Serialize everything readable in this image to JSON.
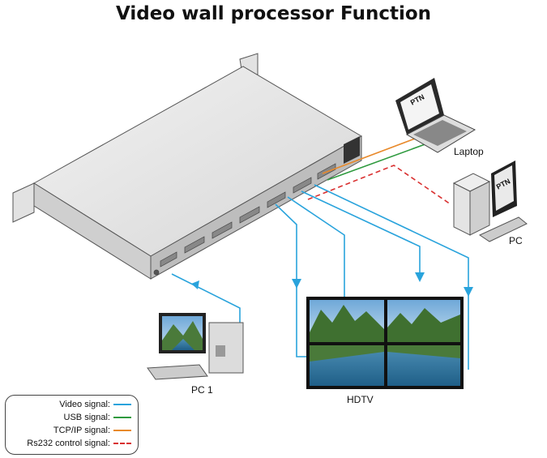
{
  "title": "Video wall processor Function",
  "devices": {
    "laptop": "Laptop",
    "pc": "PC",
    "pc1": "PC 1",
    "hdtv": "HDTV",
    "brand": "PTN"
  },
  "legend": [
    {
      "label": "Video signal:",
      "color": "#29a3dc",
      "style": "solid"
    },
    {
      "label": "USB signal:",
      "color": "#2e9a3e",
      "style": "solid"
    },
    {
      "label": "TCP/IP signal:",
      "color": "#e8892a",
      "style": "solid"
    },
    {
      "label": "Rs232 control signal:",
      "color": "#d93030",
      "style": "dashed"
    }
  ]
}
